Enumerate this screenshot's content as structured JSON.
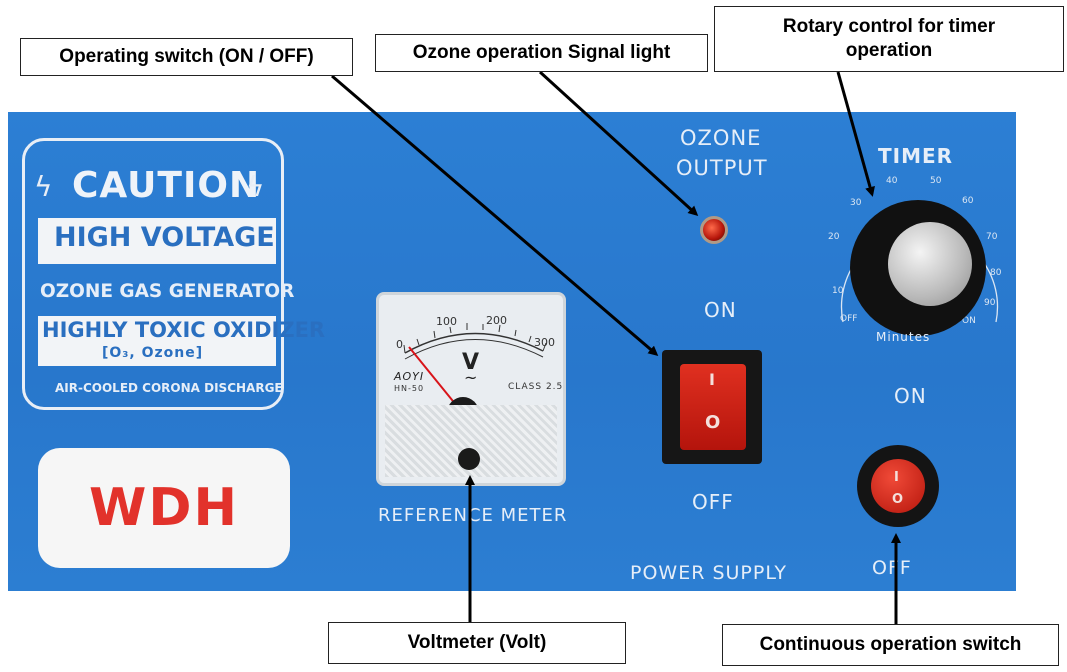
{
  "callouts": {
    "operating_switch": "Operating switch (ON / OFF)",
    "signal_light": "Ozone operation Signal light",
    "timer_control_line1": "Rotary control for timer",
    "timer_control_line2": "operation",
    "voltmeter": "Voltmeter (Volt)",
    "continuous_switch": "Continuous operation switch"
  },
  "caution_label": {
    "caution": "CAUTION",
    "high_voltage": "HIGH VOLTAGE",
    "generator": "OZONE GAS GENERATOR",
    "toxic": "HIGHLY TOXIC OXIDIZER",
    "ozone": "[O₃, Ozone]",
    "discharge": "AIR-COOLED CORONA DISCHARGE"
  },
  "brand": "WDH",
  "meter": {
    "ticks": [
      "0",
      "100",
      "200",
      "300"
    ],
    "unit": "V",
    "tilde": "~",
    "maker": "AOYI",
    "model": "HN-50",
    "class": "CLASS 2.5",
    "caption": "REFERENCE METER"
  },
  "panel_labels": {
    "ozone_output_1": "OZONE",
    "ozone_output_2": "OUTPUT",
    "main_on": "ON",
    "main_off": "OFF",
    "power_supply": "POWER SUPPLY",
    "timer": "TIMER",
    "minutes": "Minutes",
    "cont_on": "ON",
    "cont_off": "OFF"
  },
  "timer_dial": [
    "OFF",
    "10",
    "20",
    "30",
    "40",
    "50",
    "60",
    "70",
    "80",
    "90",
    "ON"
  ],
  "switch_marks": {
    "on": "I",
    "off": "O"
  },
  "colors": {
    "panel": "#2a7acf",
    "rocker": "#d42a1c",
    "brand": "#e2322b"
  }
}
